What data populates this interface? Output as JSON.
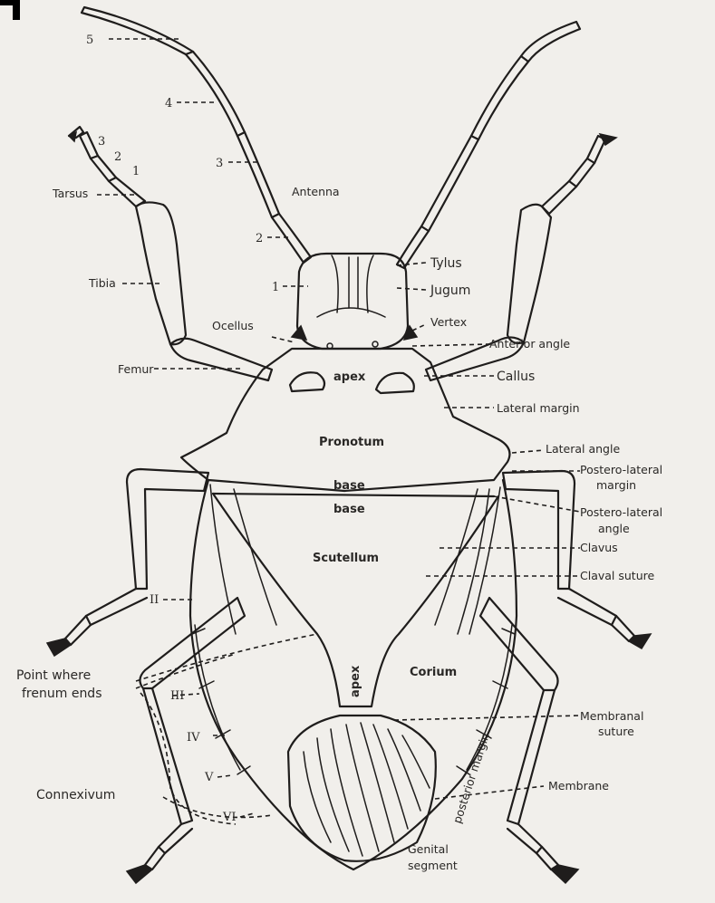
{
  "diagram": {
    "antenna_segments": [
      "5",
      "4",
      "3",
      "2",
      "1"
    ],
    "tarsus_segments": [
      "3",
      "2",
      "1"
    ],
    "connexivum_segments": [
      "II",
      "III",
      "IV",
      "V",
      "VI"
    ],
    "labels": {
      "tarsus": "Tarsus",
      "antenna": "Antenna",
      "tibia": "Tibia",
      "tylus": "Tylus",
      "jugum": "Jugum",
      "ocellus": "Ocellus",
      "vertex": "Vertex",
      "anterior_angle": "Anterior angle",
      "femur": "Femur",
      "apex_pronotum": "apex",
      "callus": "Callus",
      "lateral_margin": "Lateral margin",
      "pronotum": "Pronotum",
      "lateral_angle": "Lateral angle",
      "postero_lateral_margin_1": "Postero-lateral",
      "postero_lateral_margin_2": "margin",
      "base_top": "base",
      "base_bottom": "base",
      "postero_lateral_angle_1": "Postero-lateral",
      "postero_lateral_angle_2": "angle",
      "scutellum": "Scutellum",
      "clavus": "Clavus",
      "claval_suture": "Claval suture",
      "point_where_1": "Point where",
      "point_where_2": "frenum ends",
      "apex_scutellum": "apex",
      "corium": "Corium",
      "membranal_suture_1": "Membranal",
      "membranal_suture_2": "suture",
      "connexivum": "Connexivum",
      "membrane": "Membrane",
      "genital_segment_1": "Genital",
      "genital_segment_2": "segment",
      "posterior_margin": "posterior margin"
    }
  }
}
